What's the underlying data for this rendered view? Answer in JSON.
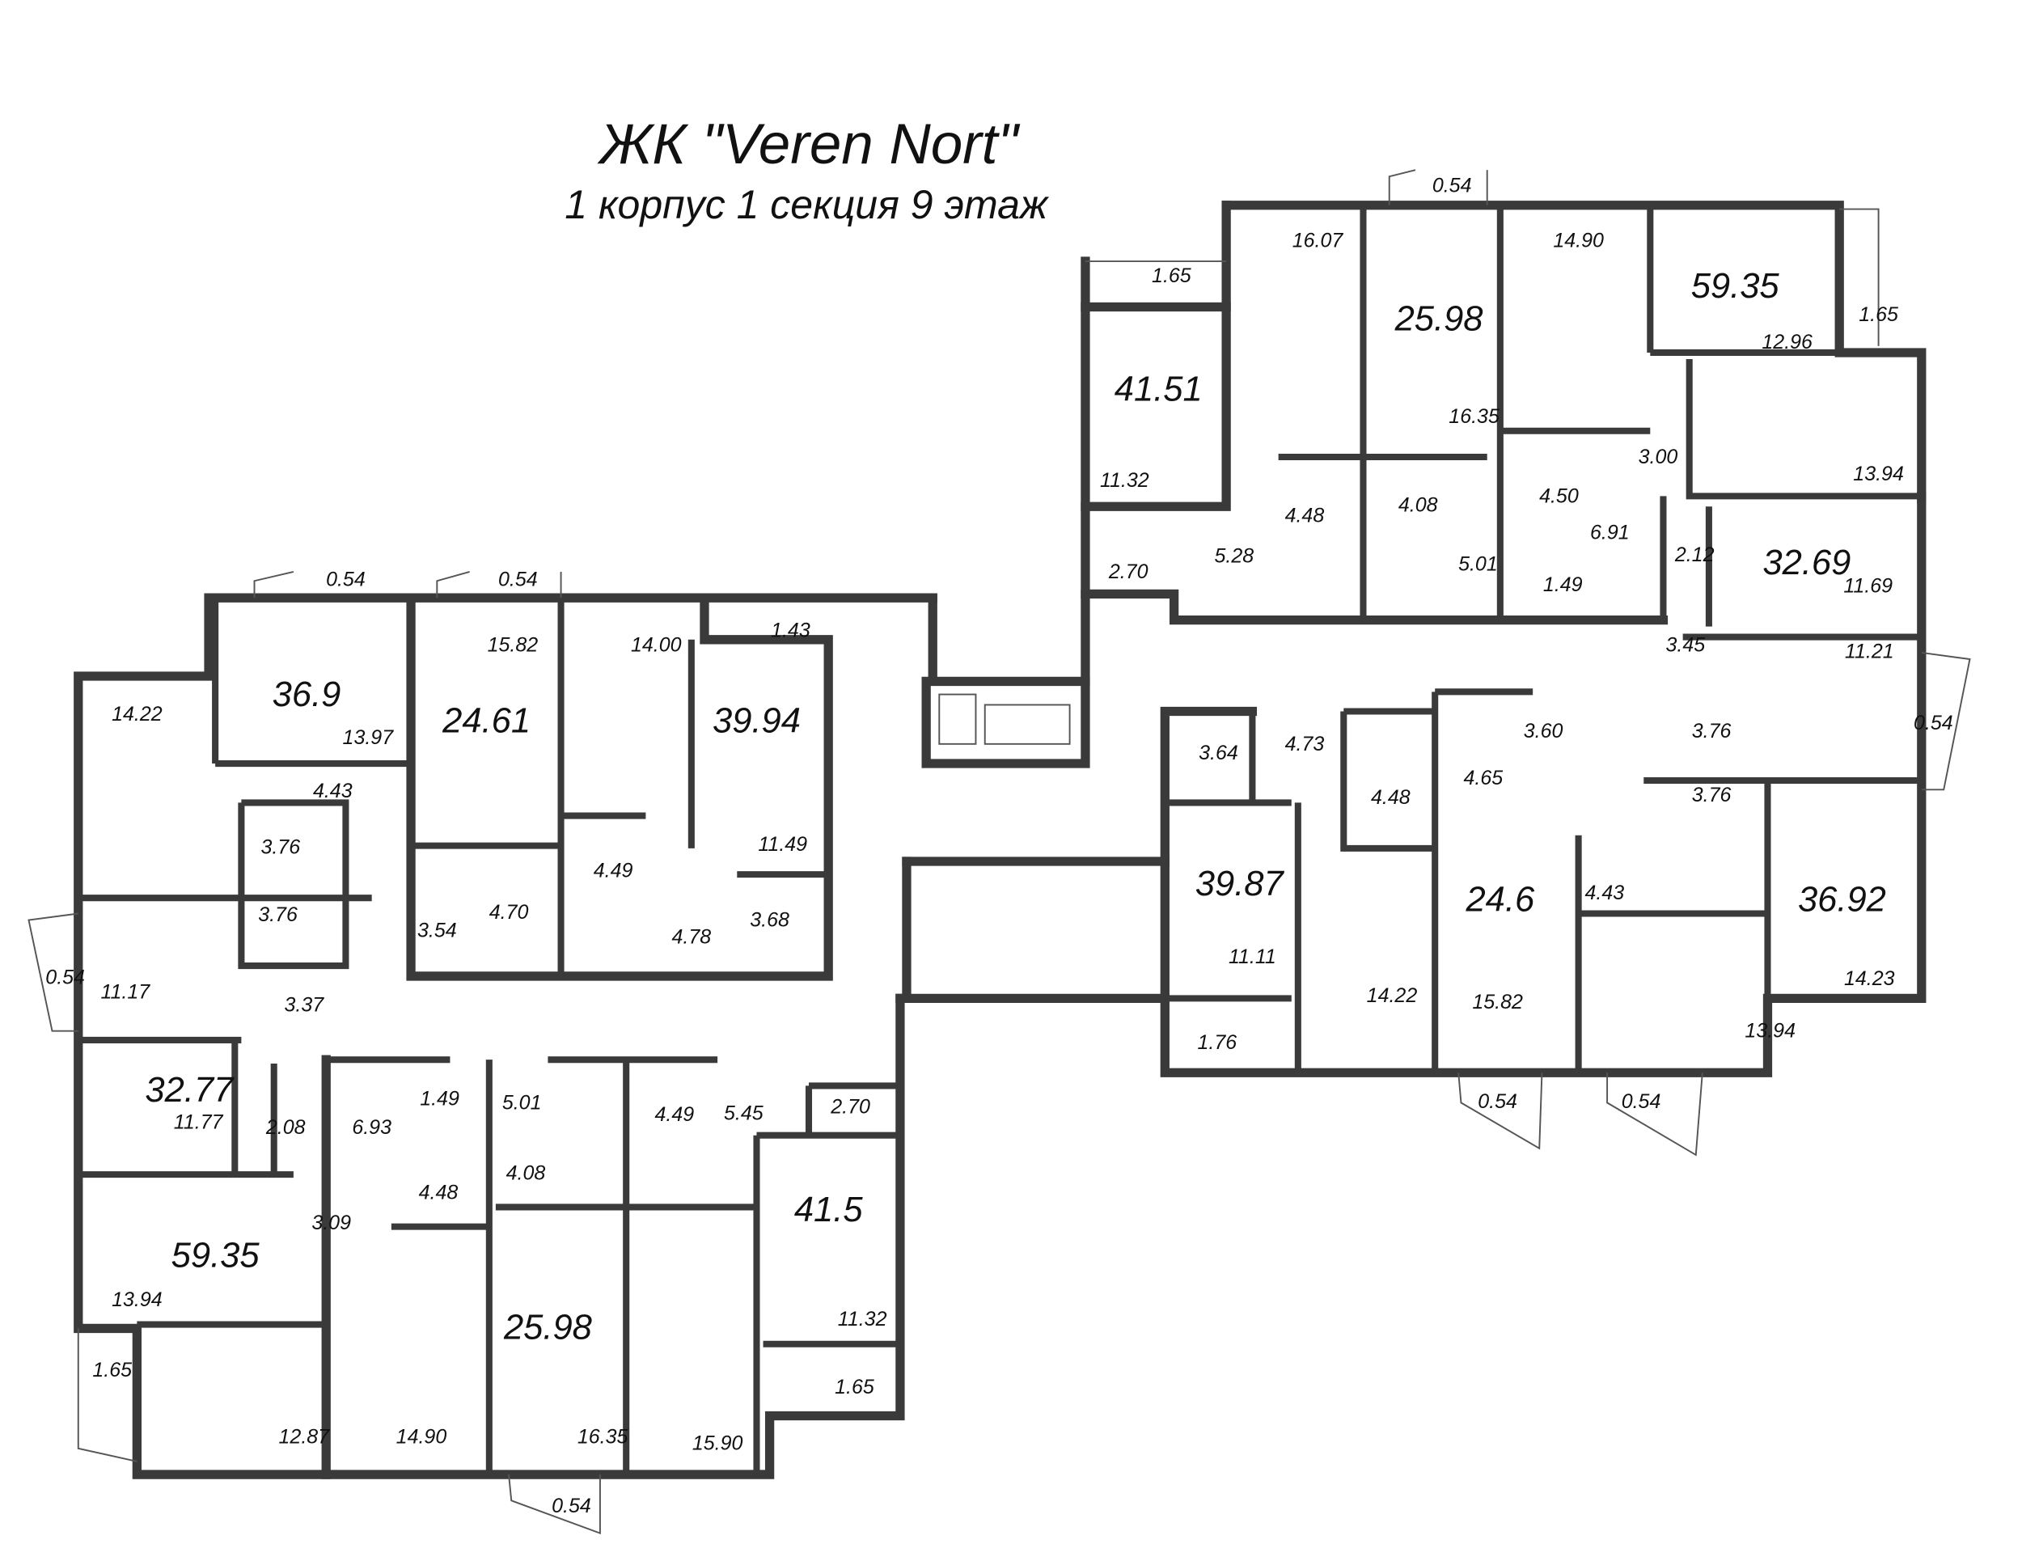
{
  "title": "ЖК \"Veren Nort\"",
  "subtitle": "1 корпус 1 секция 9 этаж",
  "apartments": [
    "41.51",
    "25.98",
    "59.35",
    "32.69",
    "36.9",
    "24.61",
    "39.94",
    "39.87",
    "24.6",
    "36.92",
    "32.77",
    "59.35",
    "41.5",
    "25.98"
  ],
  "rooms_right": [
    "0.54",
    "16.07",
    "14.90",
    "1.65",
    "1.65",
    "12.96",
    "16.35",
    "11.32",
    "13.94",
    "3.00",
    "4.48",
    "4.08",
    "4.50",
    "6.91",
    "5.28",
    "5.01",
    "2.70",
    "1.49",
    "2.12",
    "11.69",
    "3.45",
    "11.21",
    "0.54",
    "3.76",
    "3.76",
    "3.64",
    "4.73",
    "4.48",
    "4.65",
    "3.60",
    "4.43",
    "11.11",
    "14.22",
    "15.82",
    "13.94",
    "14.23",
    "1.76",
    "0.54",
    "0.54"
  ],
  "rooms_left": [
    "0.54",
    "0.54",
    "15.82",
    "14.00",
    "1.43",
    "14.22",
    "13.97",
    "4.43",
    "3.76",
    "11.49",
    "4.49",
    "4.70",
    "3.54",
    "4.78",
    "3.68",
    "3.76",
    "0.54",
    "11.17",
    "3.37",
    "1.49",
    "5.01",
    "2.70",
    "5.45",
    "2.08",
    "6.93",
    "11.77",
    "4.49",
    "4.48",
    "4.08",
    "3.09",
    "13.94",
    "11.32",
    "1.65",
    "1.65",
    "12.87",
    "14.90",
    "16.35",
    "15.90",
    "0.54"
  ]
}
